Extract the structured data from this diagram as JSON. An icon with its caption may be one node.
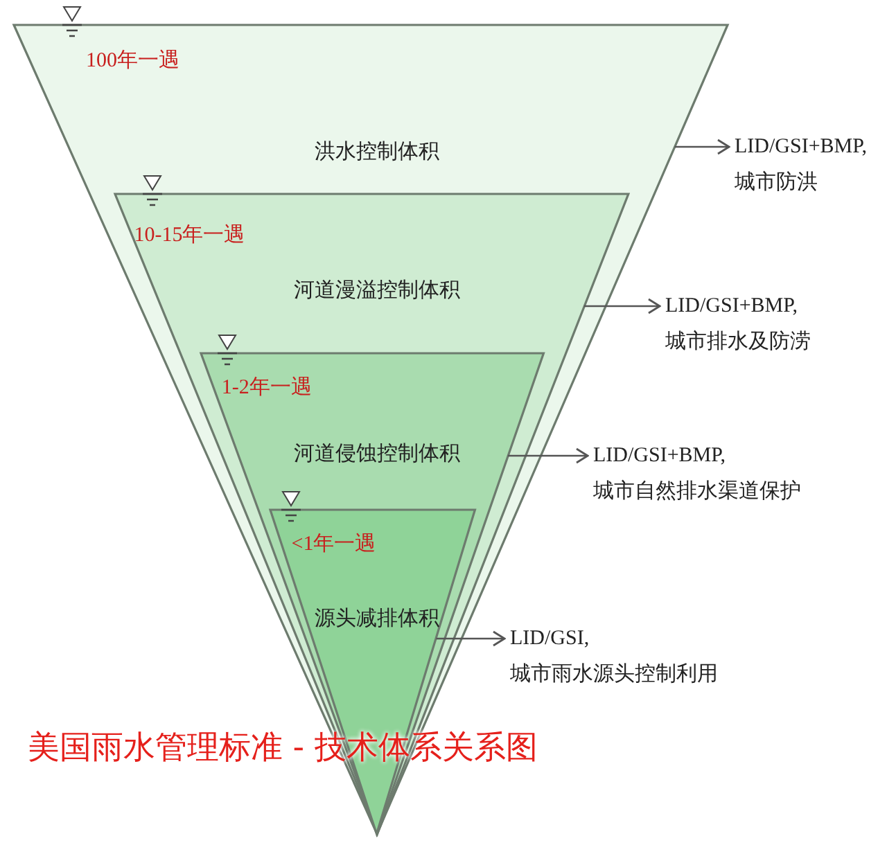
{
  "diagram": {
    "caption": "美国雨水管理标准 - 技术体系关系图",
    "nodes": [
      {
        "text": [
          "100年一遇",
          "洪水控制体积"
        ]
      },
      {
        "text": [
          "10-15年一遇",
          "河道漫溢控制体积"
        ],
        "in": 0
      },
      {
        "text": [
          "1-2年一遇",
          "河道侵蚀控制体积"
        ],
        "in": 1
      },
      {
        "text": [
          "<1年一遇",
          "源头减排体积"
        ],
        "in": 2
      },
      {
        "text": [
          "LID/GSI+BMP,",
          "城市防洪"
        ]
      },
      {
        "text": [
          "LID/GSI+BMP,",
          "城市排水及防涝"
        ]
      },
      {
        "text": [
          "LID/GSI+BMP,",
          "城市自然排水渠道保护"
        ]
      },
      {
        "text": [
          "LID/GSI,",
          "城市雨水源头控制利用"
        ]
      }
    ],
    "edges": [
      {
        "from": 0,
        "to": 4,
        "arrow": "to"
      },
      {
        "from": 1,
        "to": 5,
        "arrow": "to"
      },
      {
        "from": 2,
        "to": 6,
        "arrow": "to"
      },
      {
        "from": 3,
        "to": 7,
        "arrow": "to"
      }
    ]
  }
}
